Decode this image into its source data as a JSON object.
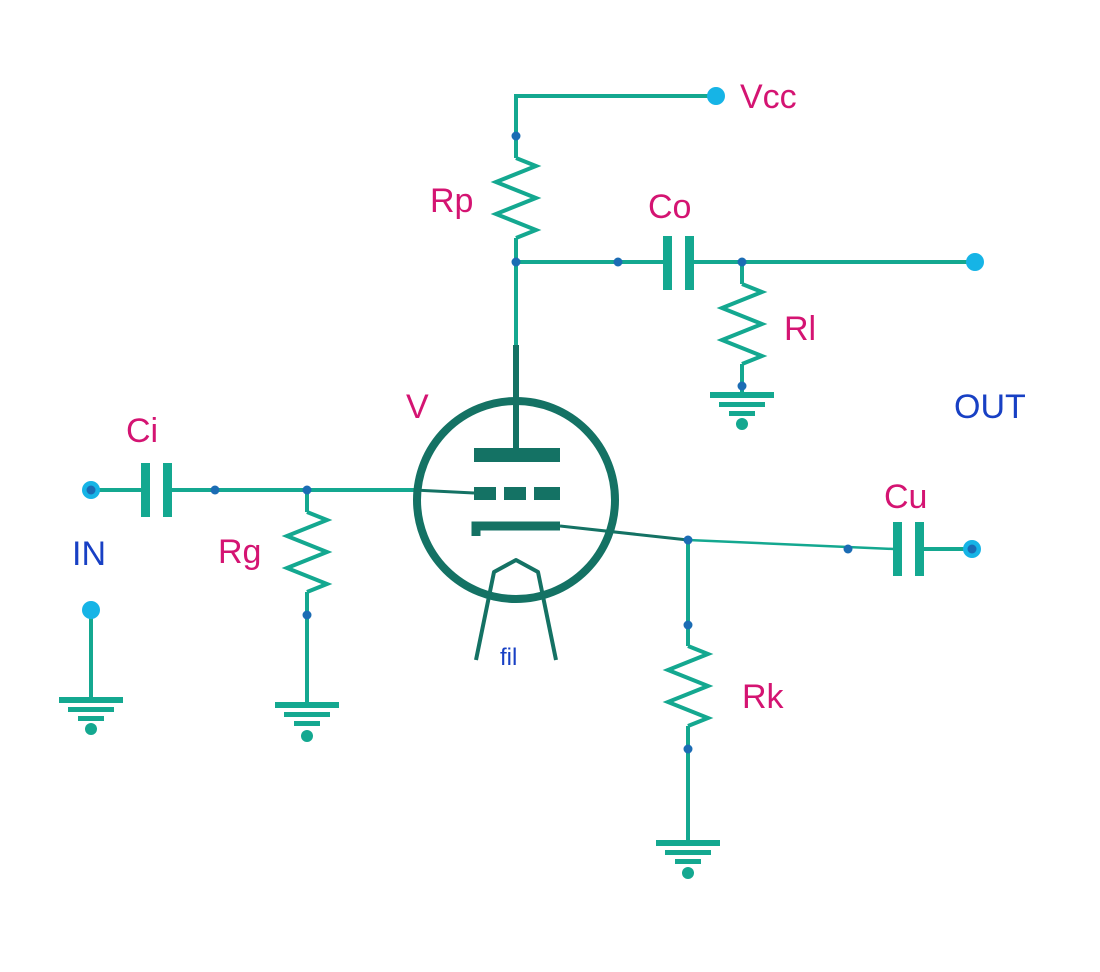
{
  "colors": {
    "wire": "#14a890",
    "tube": "#147264",
    "node": "#1b6cb4",
    "terminal": "#16b4e6",
    "ground_dot": "#14a890",
    "component_label": "#d41472",
    "port_label": "#1840c4",
    "background": "#ffffff"
  },
  "labels": {
    "vcc": "Vcc",
    "rp": "Rp",
    "co": "Co",
    "rl": "Rl",
    "out": "OUT",
    "v": "V",
    "ci": "Ci",
    "in": "IN",
    "rg": "Rg",
    "cu": "Cu",
    "rk": "Rk",
    "fil": "fil"
  }
}
